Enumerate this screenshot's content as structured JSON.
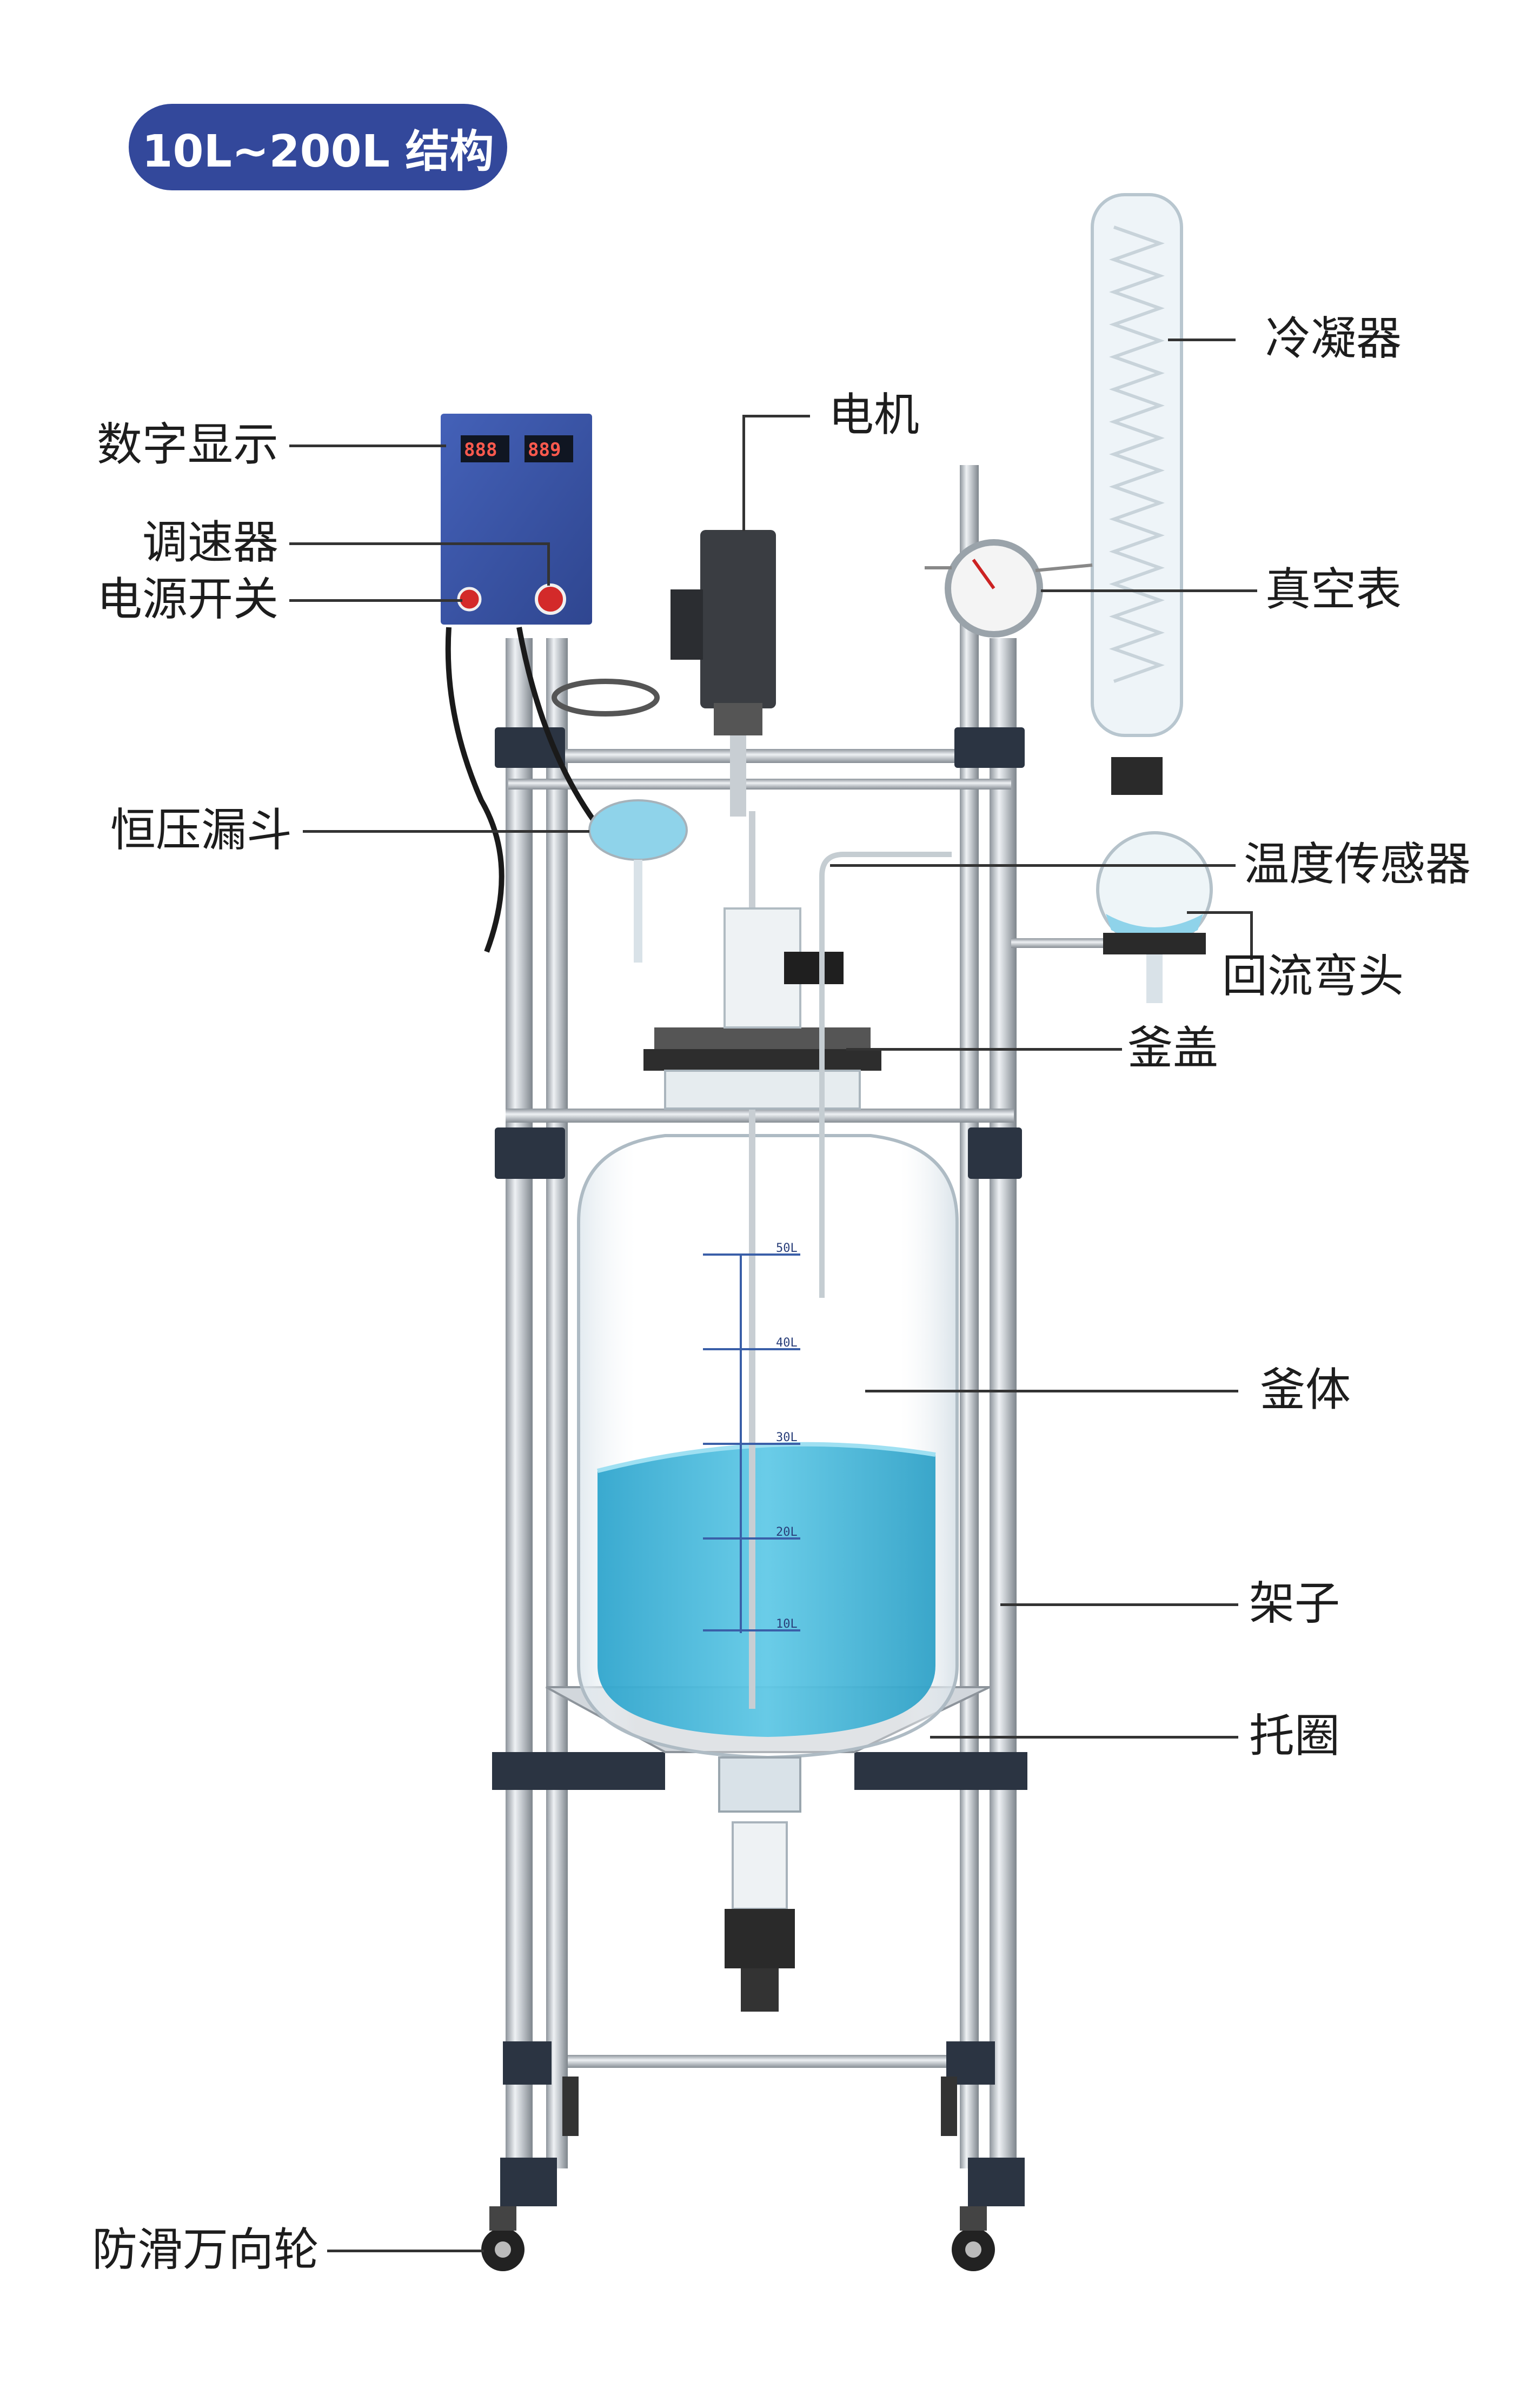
{
  "badge": {
    "text": "10L~200L 结构",
    "color": "#33489b"
  },
  "labels": {
    "condenser": "冷凝器",
    "motor": "电机",
    "digital_display": "数字显示",
    "speed_controller": "调速器",
    "power_switch": "电源开关",
    "vacuum_gauge": "真空表",
    "constant_pressure_funnel": "恒压漏斗",
    "temperature_sensor": "温度传感器",
    "reflux_elbow": "回流弯头",
    "kettle_lid": "釜盖",
    "kettle_body": "釜体",
    "frame": "架子",
    "support_ring": "托圈",
    "casters": "防滑万向轮"
  },
  "control_box": {
    "display_left": "888",
    "display_right": "889"
  },
  "vessel_scale": [
    "50L",
    "40L",
    "30L",
    "20L",
    "10L"
  ],
  "colors": {
    "liquid": "#3fb6d8",
    "frame_steel": "#b9bec4",
    "control_box": "#3b56a8"
  }
}
